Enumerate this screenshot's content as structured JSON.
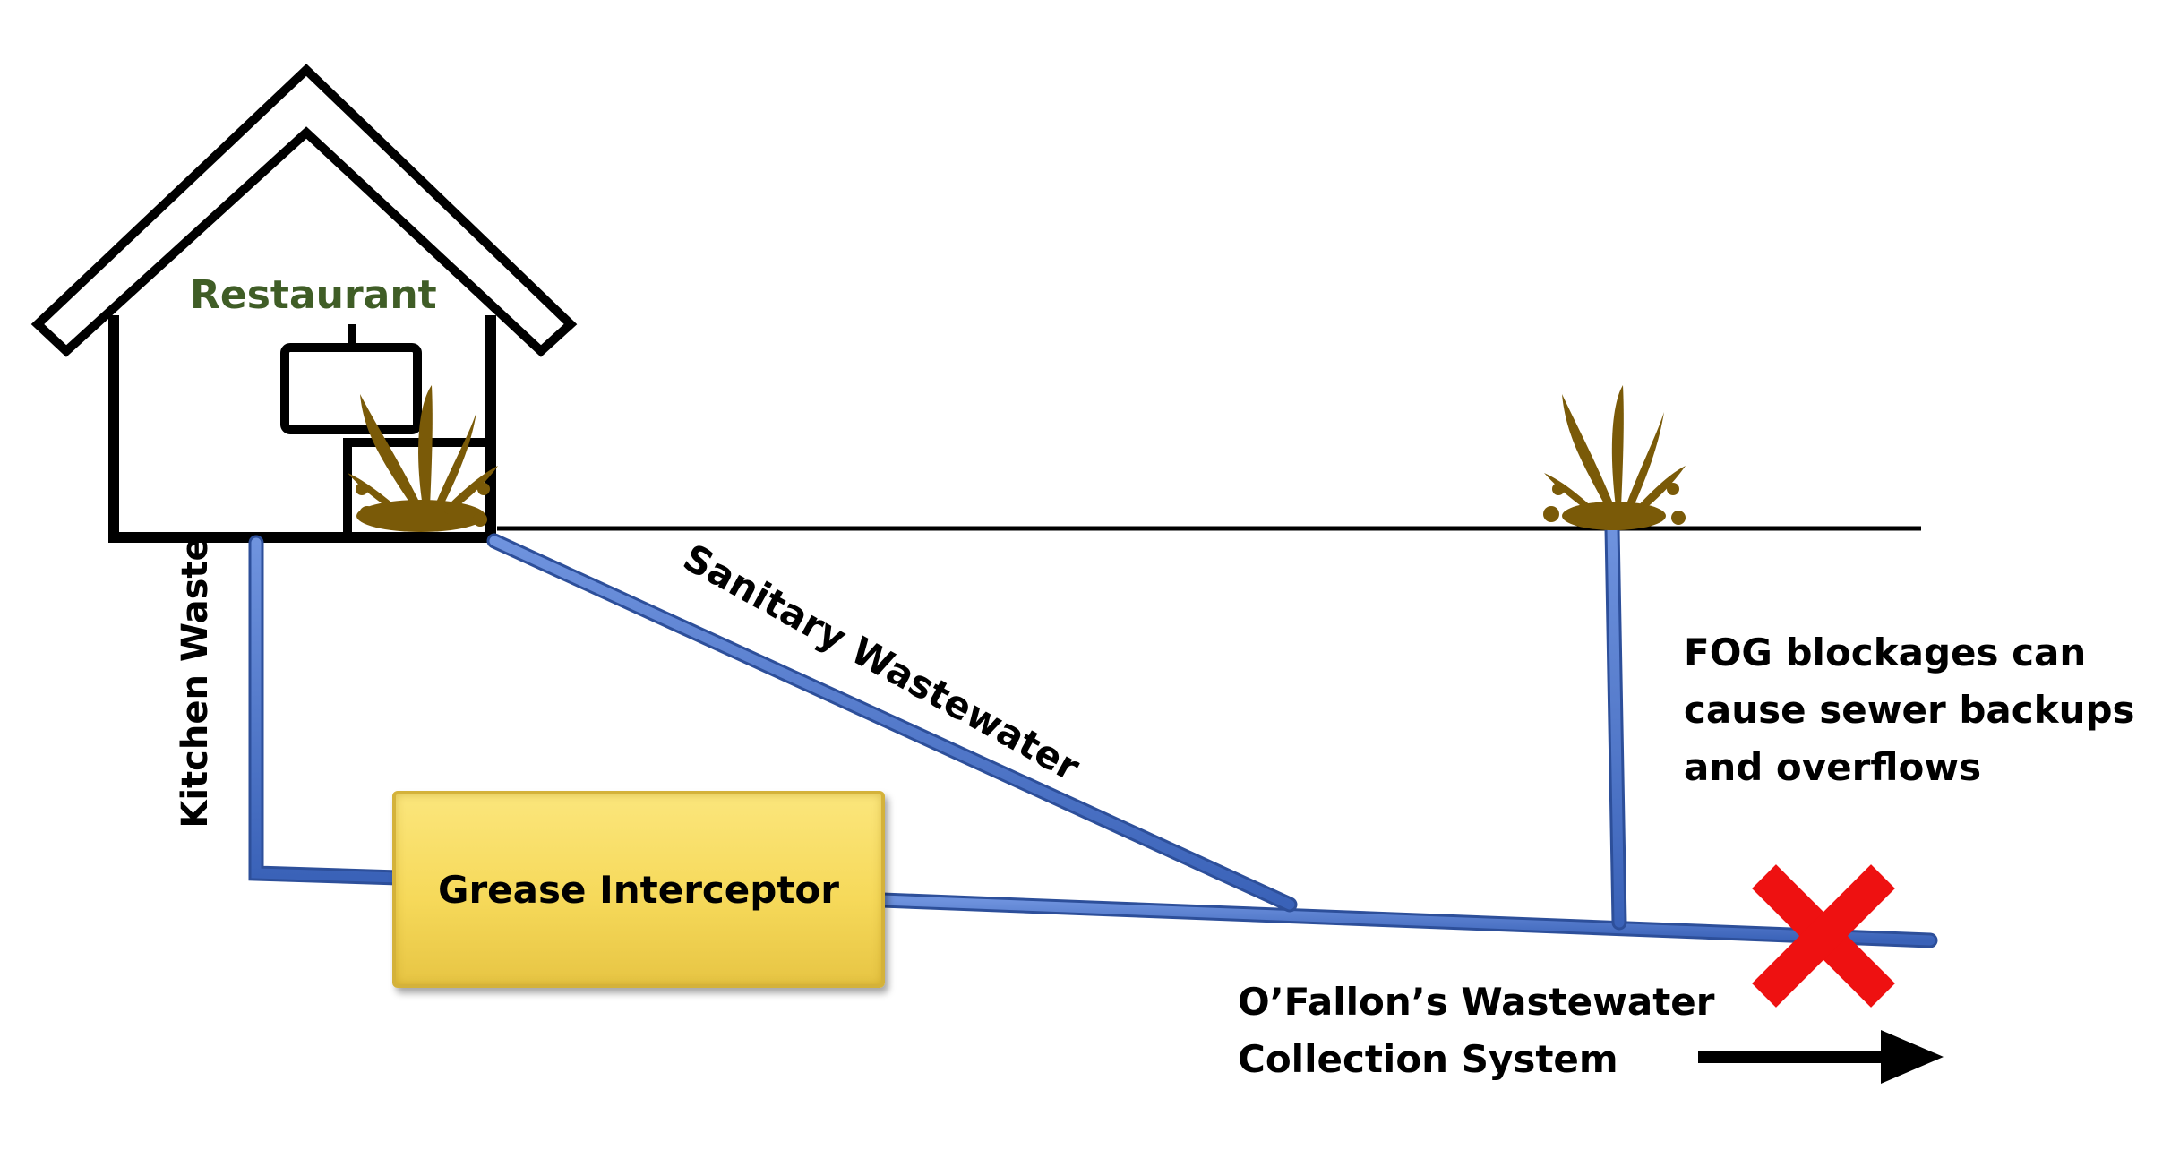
{
  "labels": {
    "restaurant": "Restaurant",
    "kitchen_waste": "Kitchen Waste",
    "sanitary_wastewater": "Sanitary Wastewater",
    "grease_interceptor": "Grease Interceptor",
    "fog_line1": "FOG blockages can",
    "fog_line2": "cause sewer backups",
    "fog_line3": "and overflows",
    "collection_line1": "O’Fallon’s Wastewater",
    "collection_line2": "Collection System"
  },
  "colors": {
    "pipe": "#4a74c9",
    "pipe_edge": "#2d4f9a",
    "restaurant_text": "#3f5d26",
    "grease_fill": "#f6d95a",
    "splash": "#7a5a08",
    "blockage_x": "#ee1111",
    "outline": "#000000"
  },
  "icons": [
    "house-outline",
    "sign-board",
    "splash-icon",
    "red-x-icon",
    "arrow-right-icon"
  ]
}
